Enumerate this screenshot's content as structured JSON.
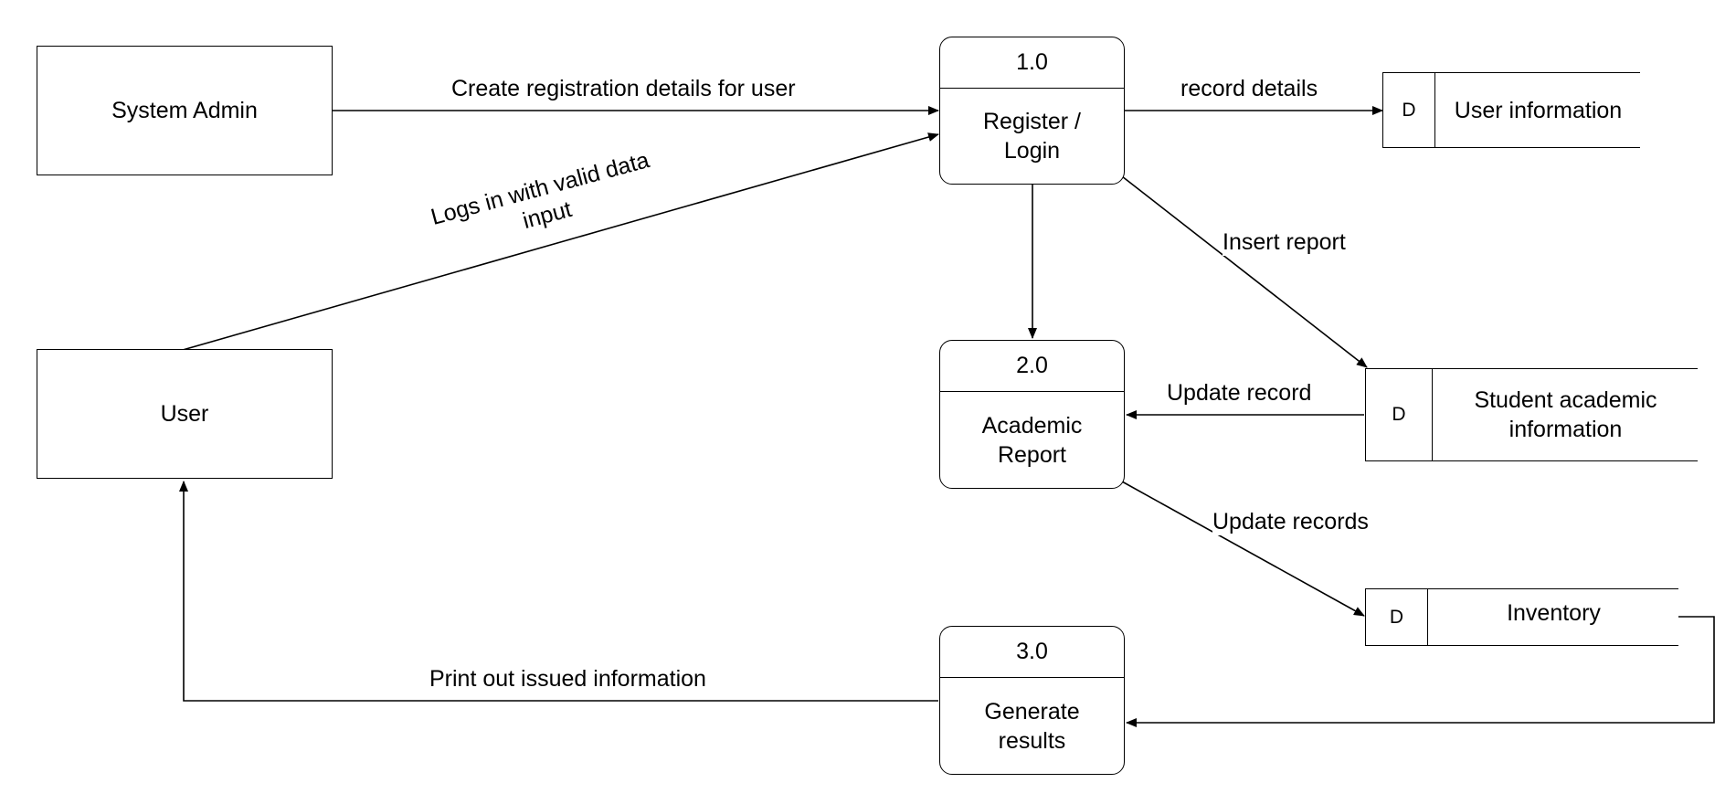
{
  "external_entities": {
    "system_admin": "System Admin",
    "user": "User"
  },
  "processes": [
    {
      "id": "1.0",
      "name": "Register /\nLogin"
    },
    {
      "id": "2.0",
      "name": "Academic\nReport"
    },
    {
      "id": "3.0",
      "name": "Generate\nresults"
    }
  ],
  "data_stores": [
    {
      "id": "D",
      "name": "User information"
    },
    {
      "id": "D",
      "name": "Student academic\ninformation"
    },
    {
      "id": "D",
      "name": "Inventory"
    }
  ],
  "flows": {
    "create_registration": "Create registration details for user",
    "logs_in": "Logs in with valid data\ninput",
    "record_details": "record details",
    "insert_report": "Insert report",
    "update_record": "Update record",
    "update_records": "Update records",
    "print_out": "Print out issued information"
  },
  "colors": {
    "stroke": "#000000",
    "background": "#ffffff"
  }
}
